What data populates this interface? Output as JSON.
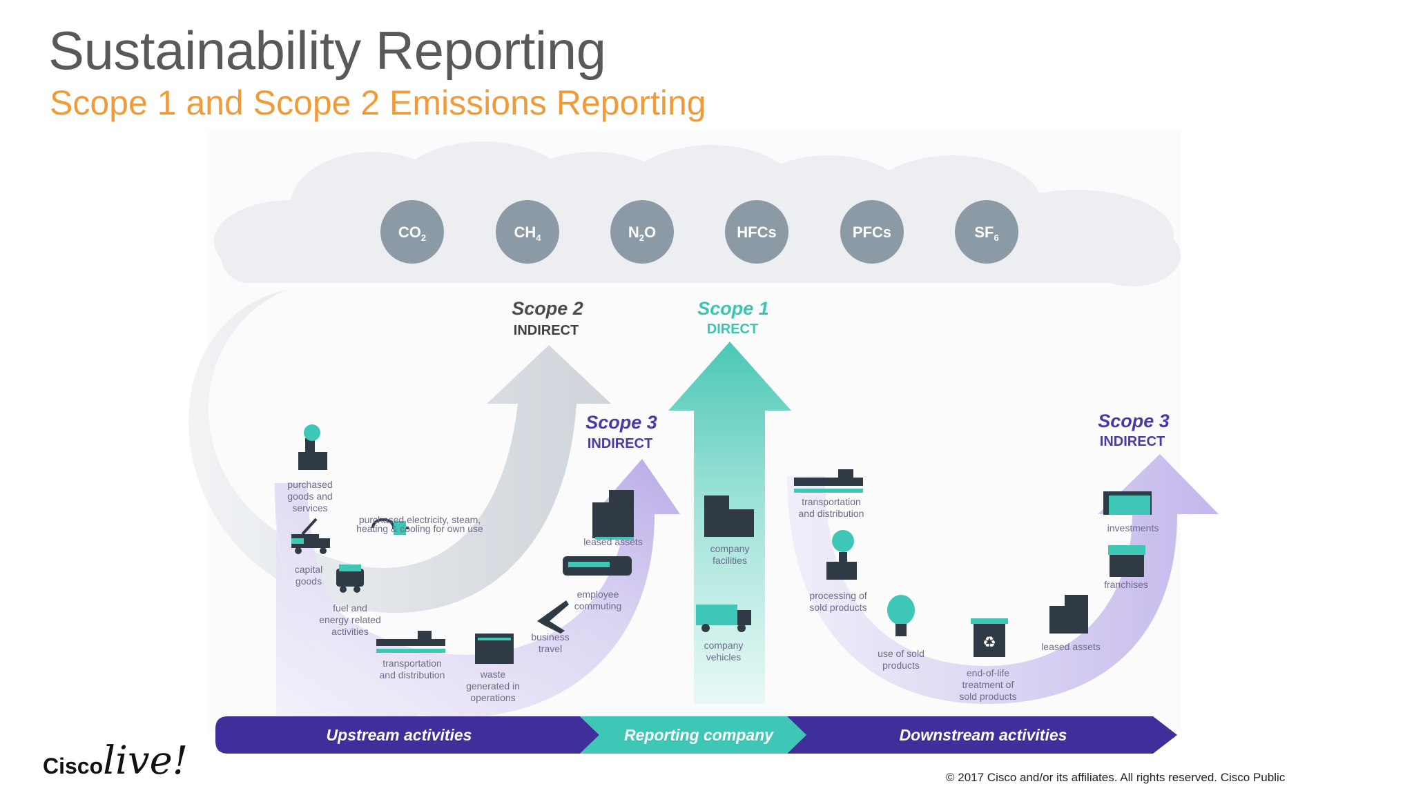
{
  "slide": {
    "title": "Sustainability Reporting",
    "subtitle": "Scope 1 and Scope 2 Emissions Reporting",
    "copyright": "© 2017  Cisco and/or its affiliates. All rights reserved.   Cisco Public",
    "logo_text_1": "Cisco",
    "logo_text_2": "live!"
  },
  "gases": [
    {
      "base": "CO",
      "sub": "2"
    },
    {
      "base": "CH",
      "sub": "4"
    },
    {
      "base": "N",
      "sub": "2",
      "tail": "O"
    },
    {
      "base": "HFCs",
      "sub": ""
    },
    {
      "base": "PFCs",
      "sub": ""
    },
    {
      "base": "SF",
      "sub": "6"
    }
  ],
  "scopes": {
    "scope2": {
      "title": "Scope 2",
      "type": "INDIRECT"
    },
    "scope1": {
      "title": "Scope 1",
      "type": "DIRECT"
    },
    "scope3_upstream": {
      "title": "Scope 3",
      "type": "INDIRECT"
    },
    "scope3_downstream": {
      "title": "Scope 3",
      "type": "INDIRECT"
    }
  },
  "labels": {
    "purchased_goods": [
      "purchased",
      "goods and",
      "services"
    ],
    "purchased_electricity": [
      "purchased electricity, steam,",
      "heating & cooling for own use"
    ],
    "capital_goods": [
      "capital",
      "goods"
    ],
    "fuel_energy": [
      "fuel and",
      "energy related",
      "activities"
    ],
    "up_transport": [
      "transportation",
      "and distribution"
    ],
    "waste": [
      "waste",
      "generated in",
      "operations"
    ],
    "business_travel": [
      "business",
      "travel"
    ],
    "employee_commuting": [
      "employee",
      "commuting"
    ],
    "up_leased": [
      "leased assets"
    ],
    "company_facilities": [
      "company",
      "facilities"
    ],
    "company_vehicles": [
      "company",
      "vehicles"
    ],
    "down_transport": [
      "transportation",
      "and distribution"
    ],
    "processing": [
      "processing of",
      "sold products"
    ],
    "use_sold": [
      "use of sold",
      "products"
    ],
    "end_of_life": [
      "end-of-life",
      "treatment of",
      "sold products"
    ],
    "down_leased": [
      "leased assets"
    ],
    "franchises": [
      "franchises"
    ],
    "investments": [
      "investments"
    ]
  },
  "bands": {
    "upstream": "Upstream activities",
    "reporting": "Reporting company",
    "downstream": "Downstream activities"
  },
  "colors": {
    "title": "#58595b",
    "subtitle": "#ef9b3a",
    "gas_circle": "#8c9aa6",
    "purple": "#4a3aa6",
    "teal": "#3ec7b7",
    "gray_arrow": "#c9ced4"
  }
}
